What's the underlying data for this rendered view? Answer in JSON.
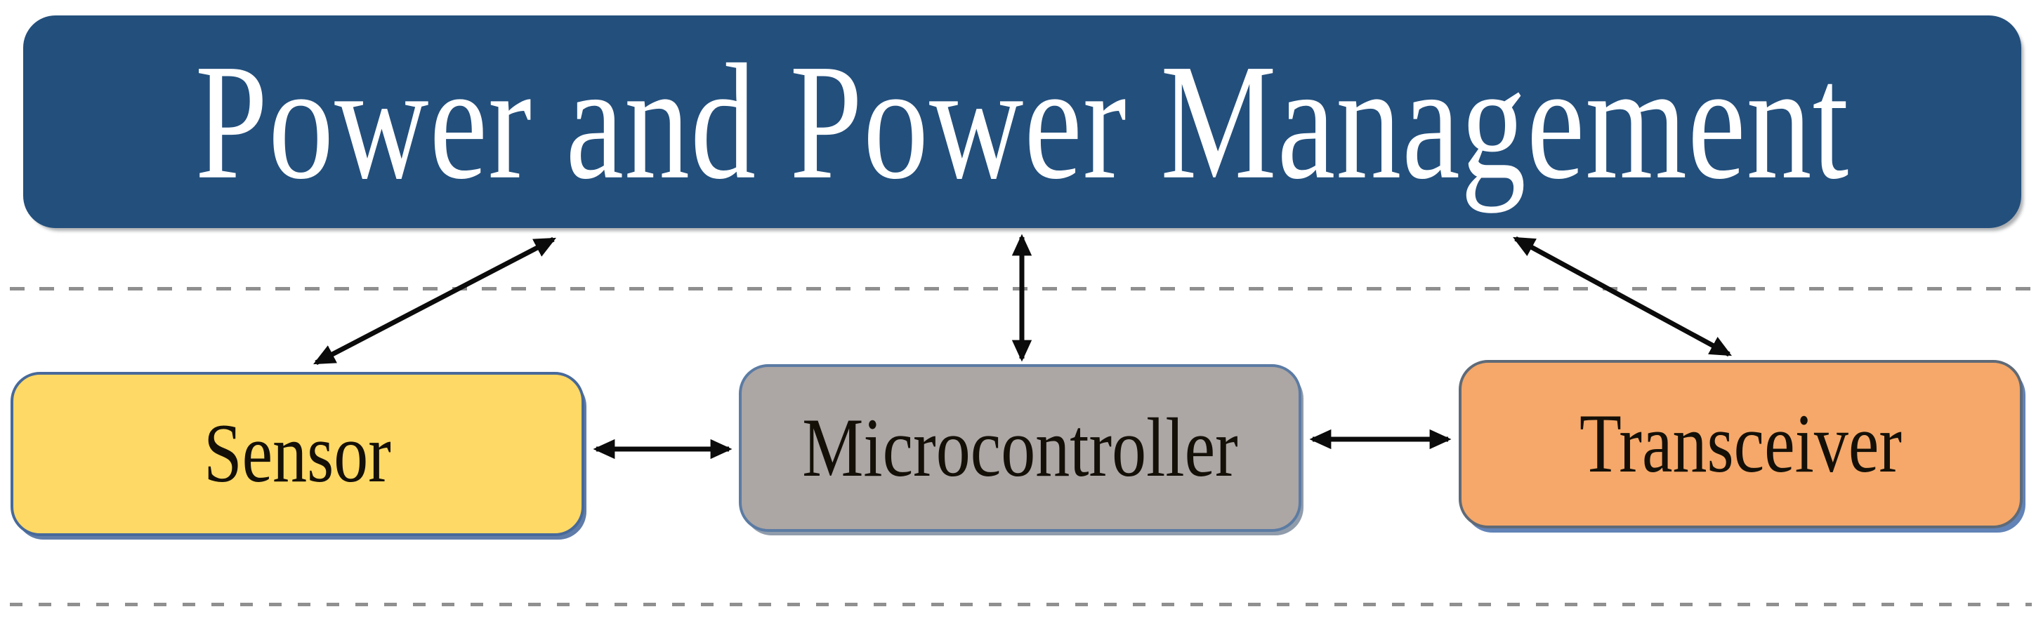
{
  "diagram": {
    "title_node": {
      "label": "Power and Power Management",
      "fill": "#234f7c",
      "text_color": "#ffffff"
    },
    "nodes": [
      {
        "id": "sensor",
        "label": "Sensor",
        "fill": "#ffd965",
        "border": "#47699a"
      },
      {
        "id": "microcontroller",
        "label": "Microcontroller",
        "fill": "#aca6a4",
        "border": "#5b7ba3"
      },
      {
        "id": "transceiver",
        "label": "Transceiver",
        "fill": "#f5a869",
        "border": "#5f6a77"
      }
    ],
    "edges": [
      {
        "from": "power-management",
        "to": "sensor",
        "bidirectional": true
      },
      {
        "from": "power-management",
        "to": "microcontroller",
        "bidirectional": true
      },
      {
        "from": "power-management",
        "to": "transceiver",
        "bidirectional": true
      },
      {
        "from": "sensor",
        "to": "microcontroller",
        "bidirectional": true
      },
      {
        "from": "microcontroller",
        "to": "transceiver",
        "bidirectional": true
      }
    ],
    "separators": {
      "style": "dashed",
      "color": "#8f8f8f",
      "count": 2
    },
    "arrow_color": "#0b0b0b"
  }
}
